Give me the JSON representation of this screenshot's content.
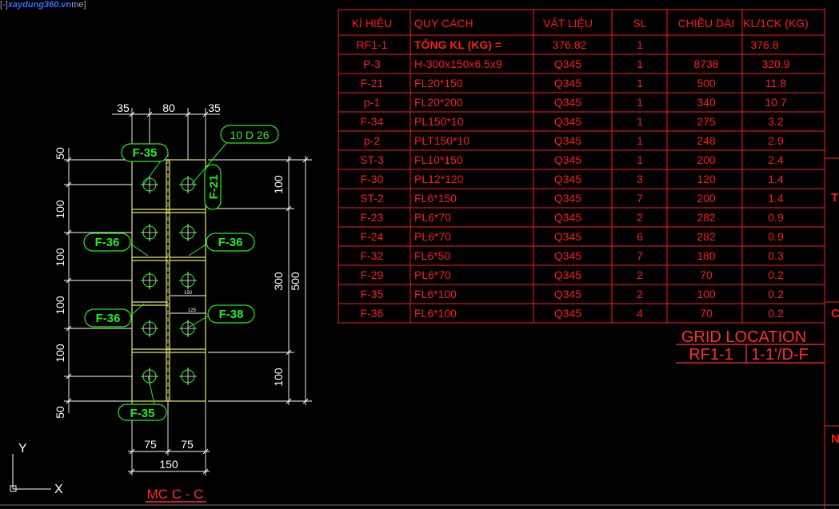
{
  "viewport": {
    "corner_label_prefix": "[-]",
    "watermark": "xaydung360.vn",
    "corner_label_suffix": "me]"
  },
  "table": {
    "headers": [
      "KÍ HIỆU",
      "QUY CÁCH",
      "VẬT LIỆU",
      "SL",
      "CHIỀU DÀI",
      "KL/1CK (KG)"
    ],
    "rows": [
      [
        "RF1-1",
        "TỔNG KL (KG) =",
        "376.82",
        "1",
        "",
        "376.8"
      ],
      [
        "P-3",
        "H-300x150x6.5x9",
        "Q345",
        "1",
        "8738",
        "320.9"
      ],
      [
        "F-21",
        "FL20*150",
        "Q345",
        "1",
        "500",
        "11.8"
      ],
      [
        "p-1",
        "FL20*200",
        "Q345",
        "1",
        "340",
        "10.7"
      ],
      [
        "F-34",
        "PL150*10",
        "Q345",
        "1",
        "275",
        "3.2"
      ],
      [
        "p-2",
        "PLT150*10",
        "Q345",
        "1",
        "248",
        "2.9"
      ],
      [
        "ST-3",
        "FL10*150",
        "Q345",
        "1",
        "200",
        "2.4"
      ],
      [
        "F-30",
        "PL12*120",
        "Q345",
        "3",
        "120",
        "1.4"
      ],
      [
        "ST-2",
        "FL6*150",
        "Q345",
        "7",
        "200",
        "1.4"
      ],
      [
        "F-23",
        "PL6*70",
        "Q345",
        "2",
        "282",
        "0.9"
      ],
      [
        "F-24",
        "PL6*70",
        "Q345",
        "6",
        "282",
        "0.9"
      ],
      [
        "F-32",
        "FL6*50",
        "Q345",
        "7",
        "180",
        "0.3"
      ],
      [
        "F-29",
        "PL6*70",
        "Q345",
        "2",
        "70",
        "0.2"
      ],
      [
        "F-35",
        "FL6*100",
        "Q345",
        "2",
        "100",
        "0.2"
      ],
      [
        "F-36",
        "FL6*100",
        "Q345",
        "4",
        "70",
        "0.2"
      ]
    ]
  },
  "grid_location": {
    "title": "GRID LOCATION",
    "mark": "RF1-1",
    "location": "1-1'/D-F"
  },
  "title_block_fragments": [
    "TI",
    "C",
    "N"
  ],
  "drawing": {
    "dims_top": [
      "35",
      "80",
      "35"
    ],
    "dims_left": [
      "50",
      "100",
      "100",
      "100",
      "100",
      "50"
    ],
    "dims_right_inner": [
      "100",
      "300",
      "100"
    ],
    "dim_right_total": "500",
    "dims_bottom": [
      "75",
      "75"
    ],
    "dim_bottom_total": "150",
    "small_dims": [
      "150",
      "125"
    ],
    "callouts": {
      "bolt": "10 D 26",
      "f35_top": "F-35",
      "f21": "F-21",
      "f36_left": "F-36",
      "f36_right": "F-36",
      "f36_lower": "F-36",
      "f38": "F-38",
      "f35_bottom": "F-35"
    },
    "section_label": "MC C - C"
  },
  "ucs": {
    "y_label": "Y",
    "x_label": "X"
  },
  "colors": {
    "background": "#000000",
    "table": "#ff1a1a",
    "plate": "#e8e86a",
    "dimension": "#ffffff",
    "callout": "#22ee22",
    "bolt": "#22ee22",
    "grid_location": "#ff3030",
    "section_label": "#ff2a2a"
  }
}
